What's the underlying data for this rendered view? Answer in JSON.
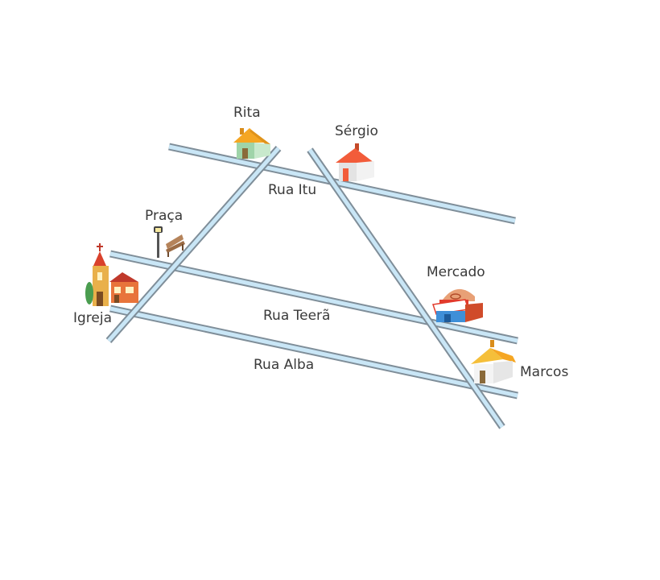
{
  "streets": [
    {
      "id": "rua-itu",
      "name": "Rua Itu"
    },
    {
      "id": "rua-teera",
      "name": "Rua Teerã"
    },
    {
      "id": "rua-alba",
      "name": "Rua Alba"
    },
    {
      "id": "diagonal-west",
      "name": ""
    },
    {
      "id": "diagonal-east",
      "name": ""
    }
  ],
  "places": [
    {
      "id": "rita",
      "label": "Rita",
      "icon": "house-icon",
      "roof_color": "#f5a623",
      "wall_color": "#9fd4a9"
    },
    {
      "id": "sergio",
      "label": "Sérgio",
      "icon": "house-icon",
      "roof_color": "#f25c3a",
      "wall_color": "#f2f2f2"
    },
    {
      "id": "praca",
      "label": "Praça",
      "icon": "bench-with-lamp-icon"
    },
    {
      "id": "igreja",
      "label": "Igreja",
      "icon": "church-icon"
    },
    {
      "id": "mercado",
      "label": "Mercado",
      "icon": "market-icon"
    },
    {
      "id": "marcos",
      "label": "Marcos",
      "icon": "house-icon",
      "roof_color": "#f5a623",
      "wall_color": "#f4f4f4"
    }
  ],
  "colors": {
    "road_edge": "#7f8e99",
    "road_fill": "#c9e6f6"
  }
}
